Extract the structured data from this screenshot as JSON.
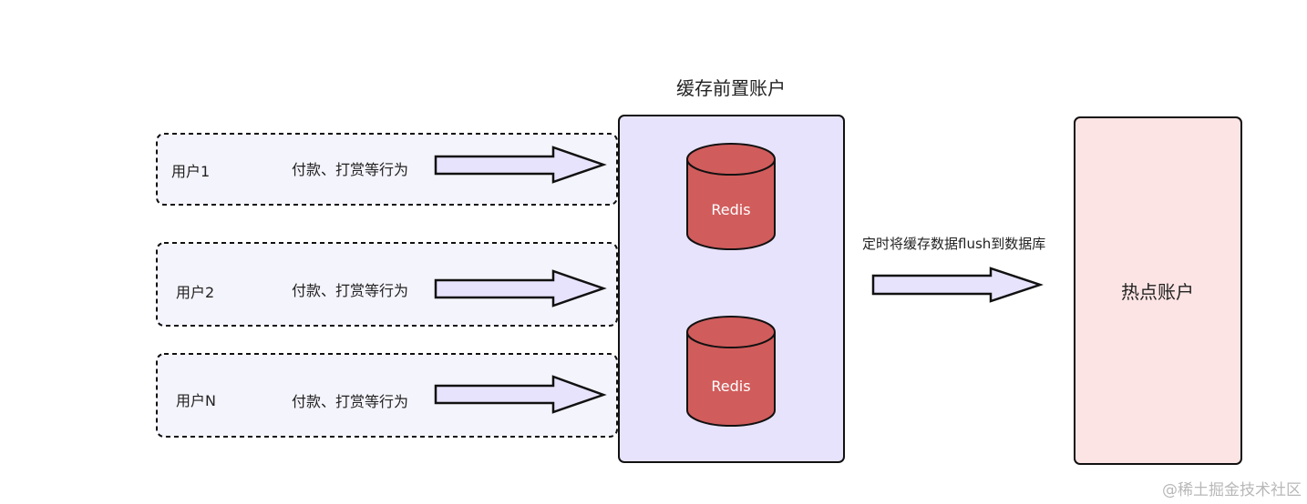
{
  "cache_account": {
    "title": "缓存前置账户",
    "fill": "#e8e3fc"
  },
  "users": [
    {
      "name": "用户1",
      "action": "付款、打赏等行为"
    },
    {
      "name": "用户2",
      "action": "付款、打赏等行为"
    },
    {
      "name": "用户N",
      "action": "付款、打赏等行为"
    }
  ],
  "redis": [
    {
      "label": "Redis"
    },
    {
      "label": "Redis"
    }
  ],
  "flush": {
    "label": "定时将缓存数据flush到数据库"
  },
  "hot_account": {
    "label": "热点账户",
    "fill": "#fde4e4"
  },
  "colors": {
    "redis_fill": "#d15c5c",
    "user_box_fill": "#f4f4fc",
    "arrow_fill": "#e8e3fc"
  },
  "watermark": "@稀土掘金技术社区"
}
